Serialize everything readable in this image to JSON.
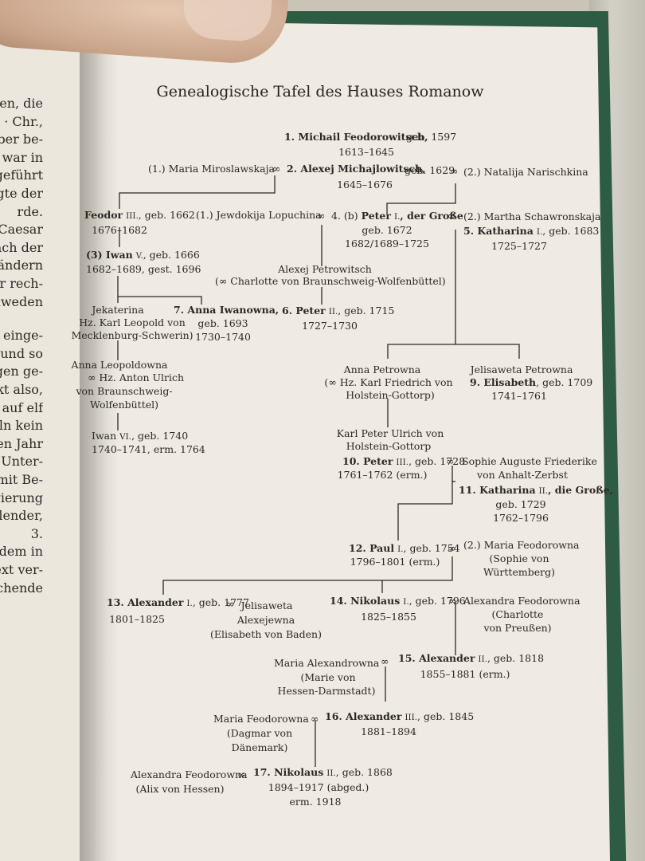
{
  "document": {
    "title": "Genealogische Tafel des Hauses Romanow",
    "left_page_lines": [
      "en, die",
      "· Chr.,",
      "ber be-",
      "war in",
      "geführt",
      "gte der",
      "rde.",
      "Caesar",
      "nach der",
      "Ländern",
      "er rech-",
      "chweden",
      "",
      "or einge-",
      "lt und so",
      "agen ge-",
      "nkt also,",
      "ed auf elf",
      "egeln kein",
      "baren Jahr",
      "er Unter-",
      "d mit Be-",
      "regierung",
      "· Kalender,",
      "3.",
      "ach dem in",
      "Text ver-",
      "sprechende"
    ],
    "tree": {
      "michail": {
        "name": "1. Michail Feodorowitsch,",
        "born": "geb. 1597",
        "reign": "1613–1645"
      },
      "alexej": {
        "wife1": "(1.) Maria Miroslawskaja",
        "name": "2. Alexej Michajlowitsch,",
        "born": "geb. 1629",
        "wife2": "(2.) Natalija Narischkina",
        "reign": "1645–1676"
      },
      "feodor": {
        "name": "Feodor",
        "num": "III.",
        "born": ", geb. 1662",
        "reign": "1676–1682"
      },
      "iwan5": {
        "name": "(3) Iwan",
        "num": "V.",
        "born": ", geb. 1666",
        "reign": "1682–1689, gest. 1696"
      },
      "peter1": {
        "wife1": "(1.) Jewdokija Lopuchina",
        "num_prefix": "4. (b)",
        "name": "Peter",
        "num": "I.",
        "title": ", der Große",
        "born": "geb. 1672",
        "reign": "1682/1689–1725",
        "wife2": "(2.) Martha Schawronskaja"
      },
      "katharina1": {
        "name": "5. Katharina",
        "num": "I.",
        "born": ", geb. 1683",
        "reign": "1725–1727"
      },
      "alexej_p": {
        "name": "Alexej Petrowitsch",
        "spouse": "Charlotte von Braunschweig-Wolfenbüttel)"
      },
      "peter2": {
        "name": "6. Peter",
        "num": "II.",
        "born": ", geb. 1715",
        "reign": "1727–1730"
      },
      "jekaterina": {
        "name": "Jekaterina",
        "spouse1": "Hz. Karl Leopold von",
        "spouse2": "Mecklenburg-Schwerin)"
      },
      "anna": {
        "name": "7. Anna Iwanowna,",
        "born": "geb. 1693",
        "reign": "1730–1740"
      },
      "anna_leop": {
        "name": "Anna Leopoldowna",
        "spouse1": "Hz. Anton Ulrich",
        "spouse2": "von Braunschweig-",
        "spouse3": "Wolfenbüttel)"
      },
      "iwan6": {
        "name": "Iwan",
        "num": "VI.",
        "born": ", geb. 1740",
        "reign": "1740–1741, erm. 1764"
      },
      "anna_p": {
        "name": "Anna Petrowna",
        "spouse1": "Hz. Karl Friedrich von",
        "spouse2": "Holstein-Gottorp)"
      },
      "elisabeth": {
        "name1": "Jelisaweta Petrowna",
        "name": "9. Elisabeth",
        "born": ", geb. 1709",
        "reign": "1741–1761"
      },
      "karl_peter": {
        "name1": "Karl Peter Ulrich von",
        "name2": "Holstein-Gottorp"
      },
      "peter3": {
        "name": "10. Peter",
        "num": "III.",
        "born": ", geb. 1728",
        "reign": "1761–1762 (erm.)",
        "spouse1": "Sophie Auguste Friederike",
        "spouse2": "von Anhalt-Zerbst"
      },
      "katharina2": {
        "name": "11. Katharina",
        "num": "II.",
        "title": ", die Große,",
        "born": "geb. 1729",
        "reign": "1762–1796"
      },
      "paul": {
        "name": "12. Paul",
        "num": "I.",
        "born": ", geb. 1754",
        "reign": "1796–1801 (erm.)",
        "spouse1": "(2.) Maria Feodorowna",
        "spouse2": "(Sophie von",
        "spouse3": "Württemberg)"
      },
      "alexander1": {
        "name": "13. Alexander",
        "num": "I.",
        "born": ", geb. 1777",
        "reign": "1801–1825",
        "spouse1": "Jelisaweta",
        "spouse2": "Alexejewna",
        "spouse3": "(Elisabeth von Baden)"
      },
      "nikolaus1": {
        "name": "14. Nikolaus",
        "num": "I.",
        "born": ", geb. 1796",
        "reign": "1825–1855",
        "spouse1": "Alexandra Feodorowna",
        "spouse2": "(Charlotte",
        "spouse3": "von Preußen)"
      },
      "alexander2": {
        "name": "15. Alexander",
        "num": "II.",
        "born": ", geb. 1818",
        "reign": "1855–1881 (erm.)",
        "spouse1": "Maria Alexandrowna",
        "spouse2": "(Marie von",
        "spouse3": "Hessen-Darmstadt)"
      },
      "alexander3": {
        "name": "16. Alexander",
        "num": "III.",
        "born": ", geb. 1845",
        "reign": "1881–1894",
        "spouse1": "Maria Feodorowna",
        "spouse2": "(Dagmar von",
        "spouse3": "Dänemark)"
      },
      "nikolaus2": {
        "name": "17. Nikolaus",
        "num": "II.",
        "born": ", geb. 1868",
        "reign": "1894–1917 (abged.)",
        "death": "erm. 1918",
        "spouse1": "Alexandra Feodorowna",
        "spouse2": "(Alix von Hessen)"
      },
      "marriage_symbol": "∞"
    }
  }
}
